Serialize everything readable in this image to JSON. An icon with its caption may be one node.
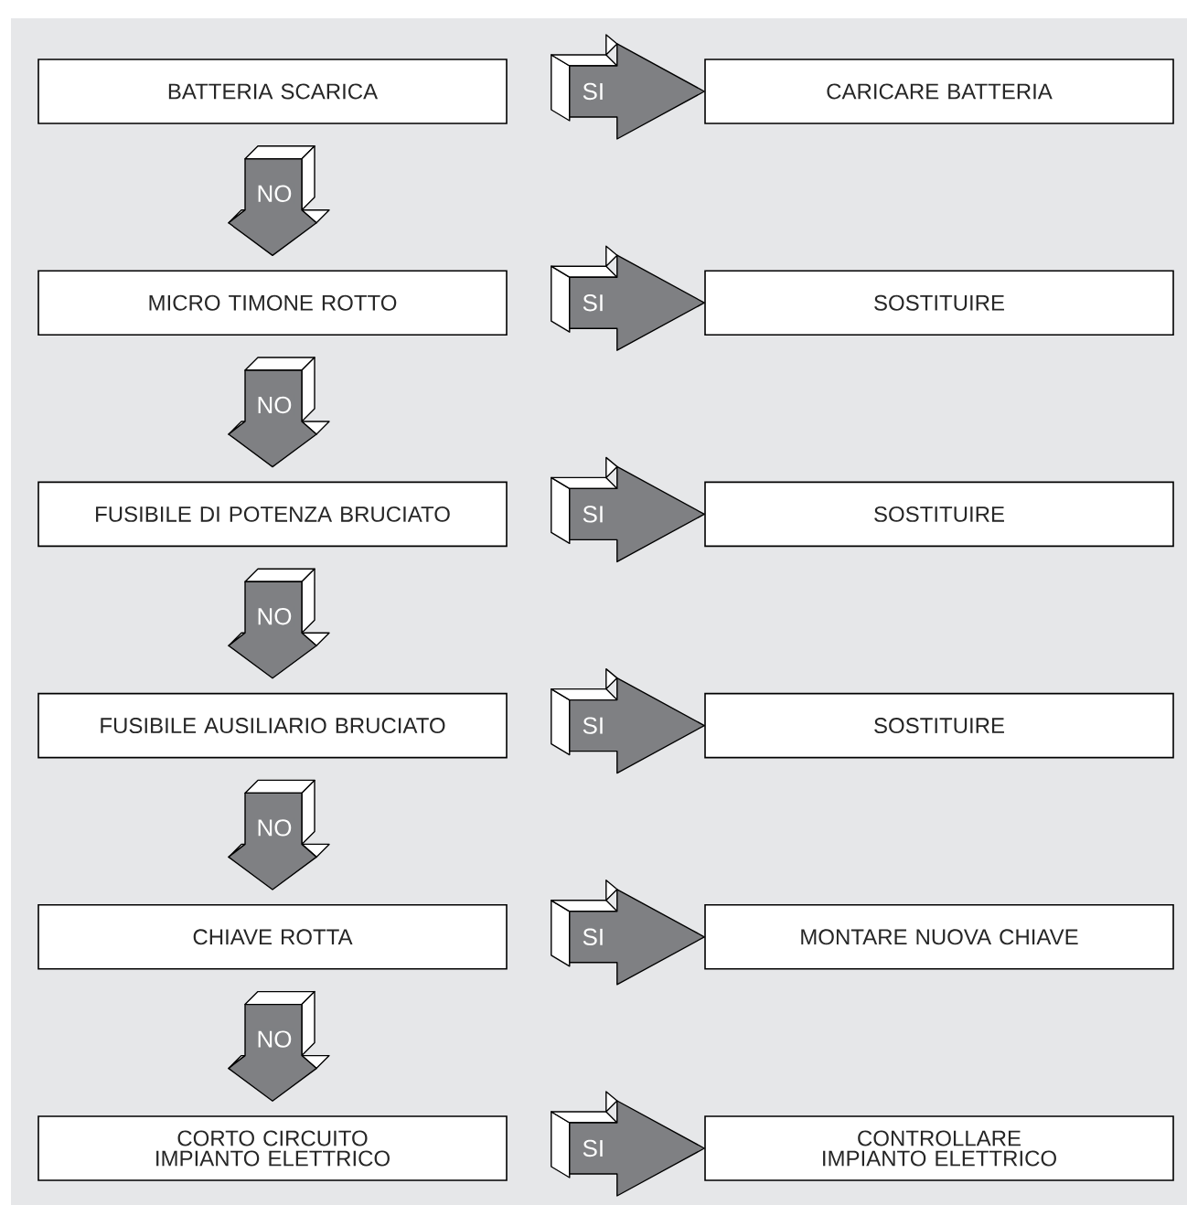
{
  "diagram": {
    "nodes": [
      {
        "text": [
          "BATTERIA SCARICA"
        ]
      },
      {
        "text": [
          "CARICARE BATTERIA"
        ]
      },
      {
        "text": [
          "MICRO TIMONE ROTTO"
        ]
      },
      {
        "text": [
          "SOSTITUIRE"
        ]
      },
      {
        "text": [
          "FUSIBILE DI POTENZA BRUCIATO"
        ]
      },
      {
        "text": [
          "SOSTITUIRE"
        ]
      },
      {
        "text": [
          "FUSIBILE AUSILIARIO BRUCIATO"
        ]
      },
      {
        "text": [
          "SOSTITUIRE"
        ]
      },
      {
        "text": [
          "CHIAVE ROTTA"
        ]
      },
      {
        "text": [
          "MONTARE NUOVA CHIAVE"
        ]
      },
      {
        "text": [
          "CORTO CIRCUITO IMPIANTO ELETTRICO"
        ]
      },
      {
        "text": [
          "CONTROLLARE IMPIANTO ELETTRICO"
        ]
      }
    ],
    "edges": [
      {
        "from": 0,
        "to": 1,
        "arrow": "to",
        "label": "SI"
      },
      {
        "from": 0,
        "to": 2,
        "arrow": "to",
        "label": "NO"
      },
      {
        "from": 2,
        "to": 3,
        "arrow": "to",
        "label": "SI"
      },
      {
        "from": 2,
        "to": 4,
        "arrow": "to",
        "label": "NO"
      },
      {
        "from": 4,
        "to": 5,
        "arrow": "to",
        "label": "SI"
      },
      {
        "from": 4,
        "to": 6,
        "arrow": "to",
        "label": "NO"
      },
      {
        "from": 6,
        "to": 7,
        "arrow": "to",
        "label": "SI"
      },
      {
        "from": 6,
        "to": 8,
        "arrow": "to",
        "label": "NO"
      },
      {
        "from": 8,
        "to": 9,
        "arrow": "to",
        "label": "SI"
      },
      {
        "from": 8,
        "to": 10,
        "arrow": "to",
        "label": "NO"
      },
      {
        "from": 10,
        "to": 11,
        "arrow": "to",
        "label": "SI"
      }
    ]
  }
}
